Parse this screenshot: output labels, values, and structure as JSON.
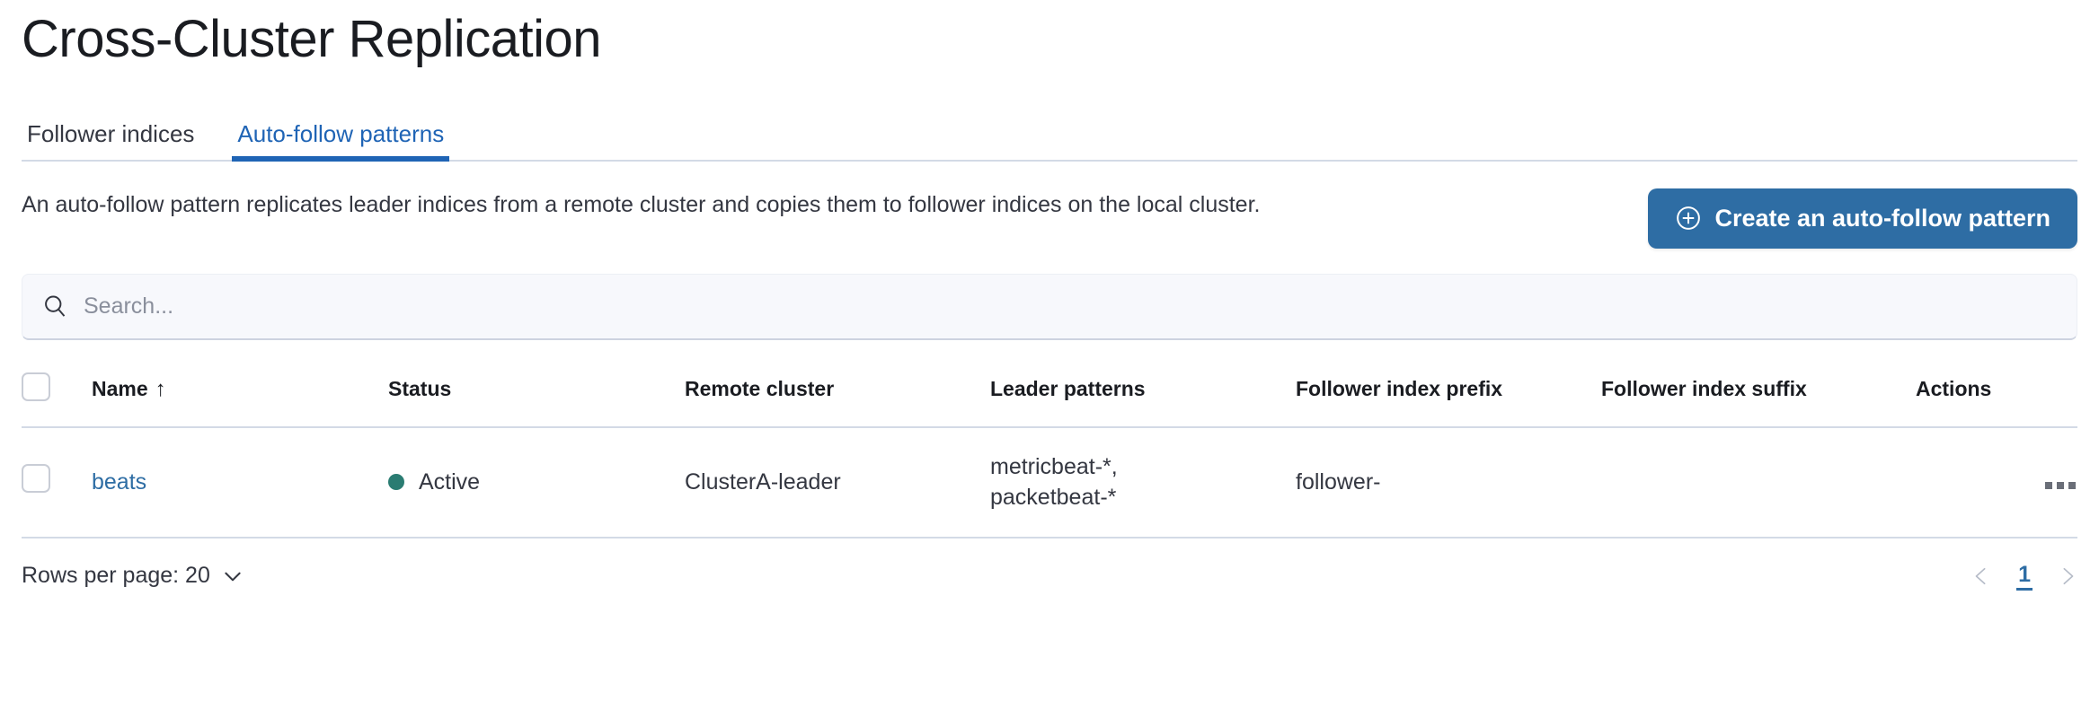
{
  "page": {
    "title": "Cross-Cluster Replication"
  },
  "tabs": [
    {
      "label": "Follower indices",
      "active": false,
      "name": "tab-follower-indices"
    },
    {
      "label": "Auto-follow patterns",
      "active": true,
      "name": "tab-auto-follow-patterns"
    }
  ],
  "description": "An auto-follow pattern replicates leader indices from a remote cluster and copies them to follower indices on the local cluster.",
  "create_button": {
    "label": "Create an auto-follow pattern",
    "icon": "plus-in-circle-icon",
    "color": "#2e6da4"
  },
  "search": {
    "value": "",
    "placeholder": "Search...",
    "icon": "search-icon"
  },
  "table": {
    "columns": [
      "Name",
      "Status",
      "Remote cluster",
      "Leader patterns",
      "Follower index prefix",
      "Follower index suffix",
      "Actions"
    ],
    "sort": {
      "column": "Name",
      "direction": "ascending",
      "glyph": "↑"
    },
    "rows": [
      {
        "name": "beats",
        "status": "Active",
        "status_color": "#2a7c72",
        "remote_cluster": "ClusterA-leader",
        "leader_patterns": "metricbeat-*,\npacketbeat-*",
        "follower_index_prefix": "follower-",
        "follower_index_suffix": "",
        "actions_icon": "ellipsis-horizontal-icon"
      }
    ]
  },
  "footer": {
    "rows_per_page_label": "Rows per page: 20",
    "pagination": {
      "previous_icon": "chevron-left-icon",
      "next_icon": "chevron-right-icon",
      "current_page": "1"
    }
  },
  "colors": {
    "link": "#2e6da4",
    "accent": "#1f64b5",
    "status_active": "#2a7c72",
    "border": "#d3dae6"
  }
}
